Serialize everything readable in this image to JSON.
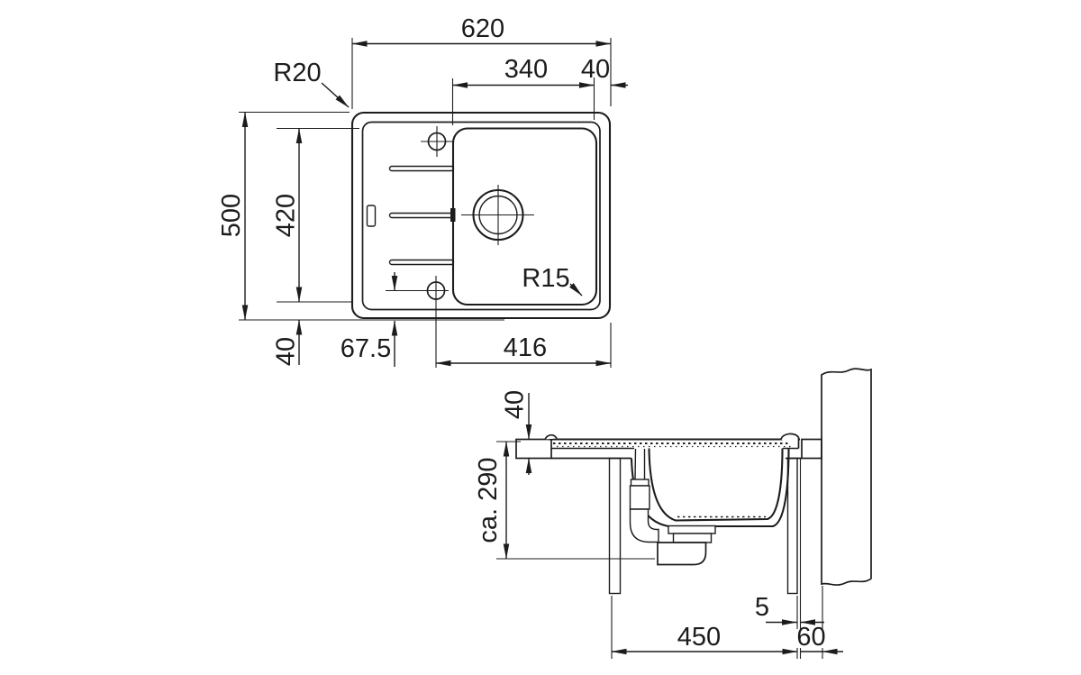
{
  "drawing": {
    "kind": "sink technical dimension drawing",
    "line_color": "#1c1c1c",
    "background_color": "#ffffff"
  },
  "top_view": {
    "dim_total_width": "620",
    "dim_bowl_width": "340",
    "dim_right_edge": "40",
    "dim_total_depth": "500",
    "dim_inner_depth": "420",
    "dim_bottom_edge": "40",
    "dim_hole_offset": "67.5",
    "dim_hole_to_right": "416",
    "radius_outer_label": "R20",
    "radius_bowl_label": "R15"
  },
  "section_view": {
    "dim_counter_thickness": "40",
    "dim_install_depth": "ca. 290",
    "dim_cabinet_width": "450",
    "dim_panel_gap": "5",
    "dim_wall_offset": "60"
  }
}
